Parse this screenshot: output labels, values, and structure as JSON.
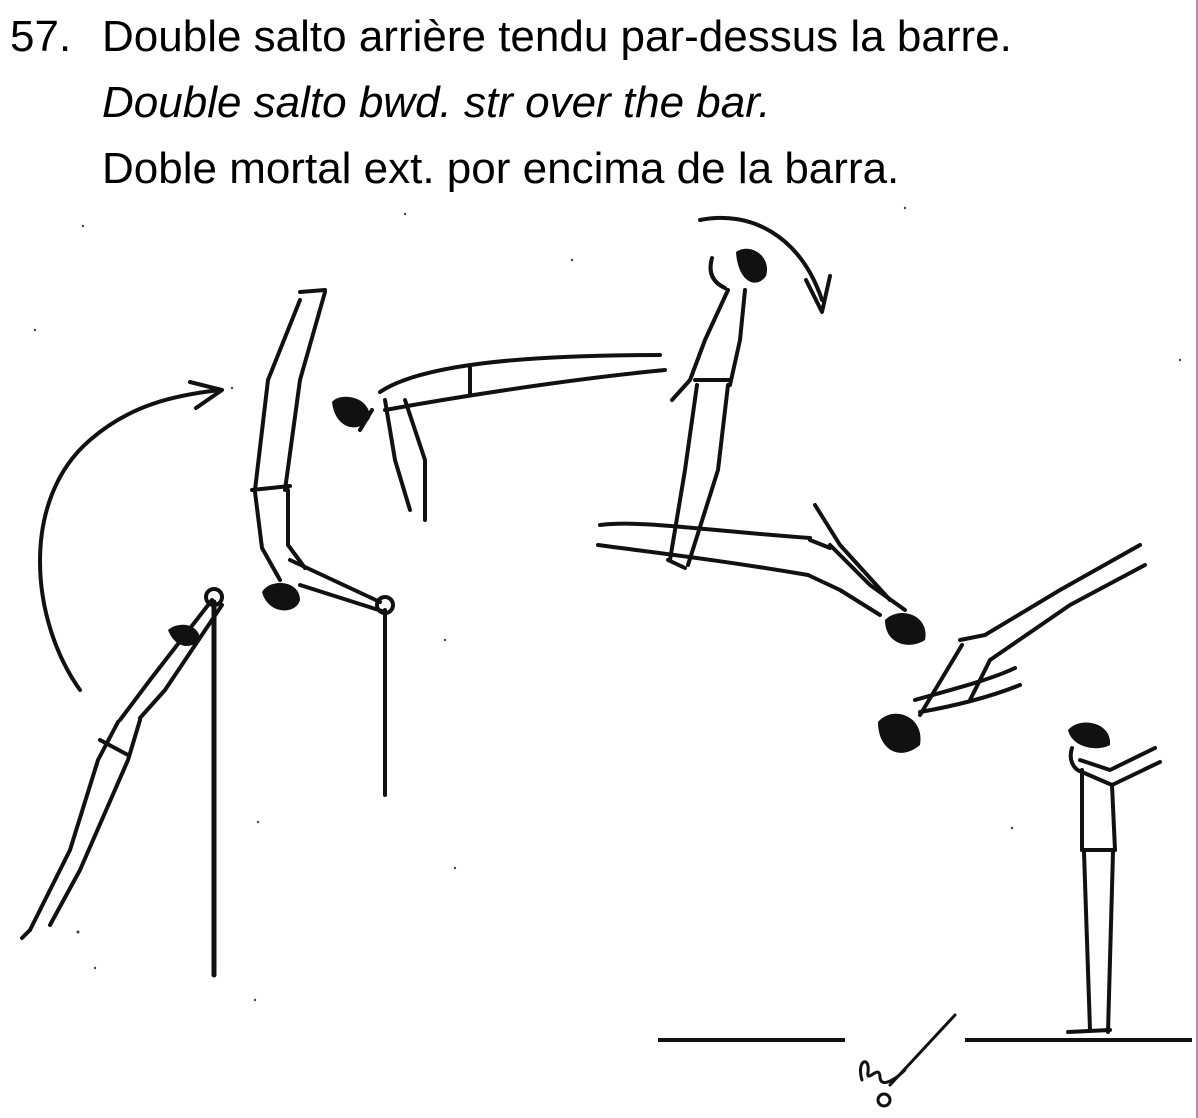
{
  "element": {
    "number": "57.",
    "name_fr": "Double salto arrière tendu par-dessus la barre.",
    "name_en": "Double salto bwd. str over the bar.",
    "name_es": "Doble mortal ext. por encima de la barra."
  },
  "colors": {
    "ink": "#111111",
    "frame": "#b98ab9",
    "paper": "#ffffff"
  },
  "figures": [
    {
      "phase": "swing-up",
      "icon": "gymnast-hang-icon"
    },
    {
      "phase": "handstand",
      "icon": "gymnast-handstand-icon"
    },
    {
      "phase": "pike-over-bar",
      "icon": "gymnast-pike-icon"
    },
    {
      "phase": "vertical-salto",
      "icon": "gymnast-vertical-icon"
    },
    {
      "phase": "layout-horizontal",
      "icon": "gymnast-layout-icon"
    },
    {
      "phase": "descent",
      "icon": "gymnast-descent-icon"
    },
    {
      "phase": "landing",
      "icon": "gymnast-landing-icon"
    }
  ]
}
